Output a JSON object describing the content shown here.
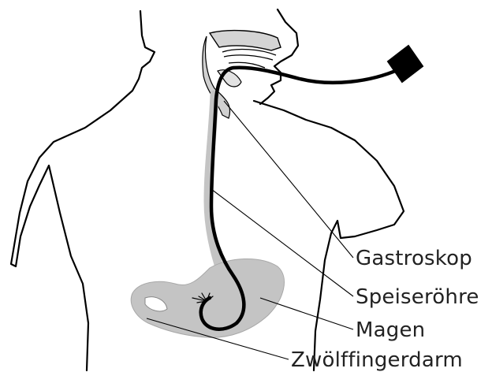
{
  "labels": {
    "gastroskop": "Gastroskop",
    "speiseroehre": "Speiseröhre",
    "magen": "Magen",
    "zwoelffingerdarm": "Zwölffingerdarm"
  },
  "colors": {
    "outline": "#000000",
    "organ_fill": "#c4c4c4",
    "tube": "#000000",
    "background": "#ffffff"
  }
}
